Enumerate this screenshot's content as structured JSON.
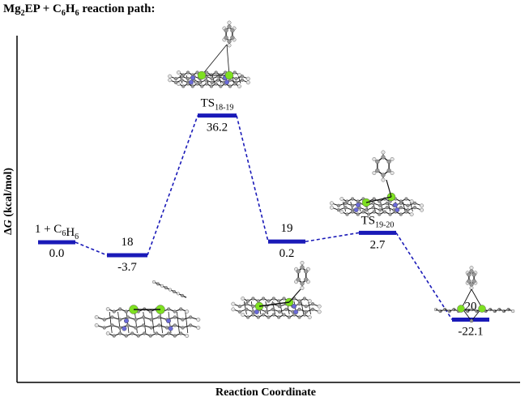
{
  "title": {
    "main": "Mg",
    "sub1": "2",
    "mid": "EP + C",
    "sub2": "6",
    "mid2": "H",
    "sub3": "6",
    "tail": " reaction path:"
  },
  "axes": {
    "ylabel_delta": "Δ",
    "ylabel_G": "G",
    "ylabel_unit": " (kcal/mol)",
    "xlabel": "Reaction Coordinate"
  },
  "colors": {
    "level": "#1a1ab8",
    "connector": "#1a1ab8",
    "axis": "#000000",
    "mg_atom": "#7ee021",
    "n_atom": "#6a6ad8",
    "c_atom": "#9a9a9a",
    "h_atom": "#e4e4e4",
    "bond": "#111111"
  },
  "chart_data": {
    "type": "energy-diagram",
    "title": "Mg2EP + C6H6 reaction path:",
    "xlabel": "Reaction Coordinate",
    "ylabel": "ΔG (kcal/mol)",
    "levels": [
      {
        "label": "1 + C6H6",
        "label_main": "1 + C",
        "label_sub": "6",
        "label_main2": "H",
        "label_sub2": "6",
        "value": 0.0,
        "value_text": "0.0"
      },
      {
        "label": "18",
        "label_main": "18",
        "value": -3.7,
        "value_text": "-3.7"
      },
      {
        "label": "TS18-19",
        "label_main": "TS",
        "label_sub": "18-19",
        "value": 36.2,
        "value_text": "36.2"
      },
      {
        "label": "19",
        "label_main": "19",
        "value": 0.2,
        "value_text": "0.2"
      },
      {
        "label": "TS19-20",
        "label_main": "TS",
        "label_sub": "19-20",
        "value": 2.7,
        "value_text": "2.7"
      },
      {
        "label": "20",
        "label_main": "20",
        "value": -22.1,
        "value_text": "-22.1"
      }
    ]
  }
}
